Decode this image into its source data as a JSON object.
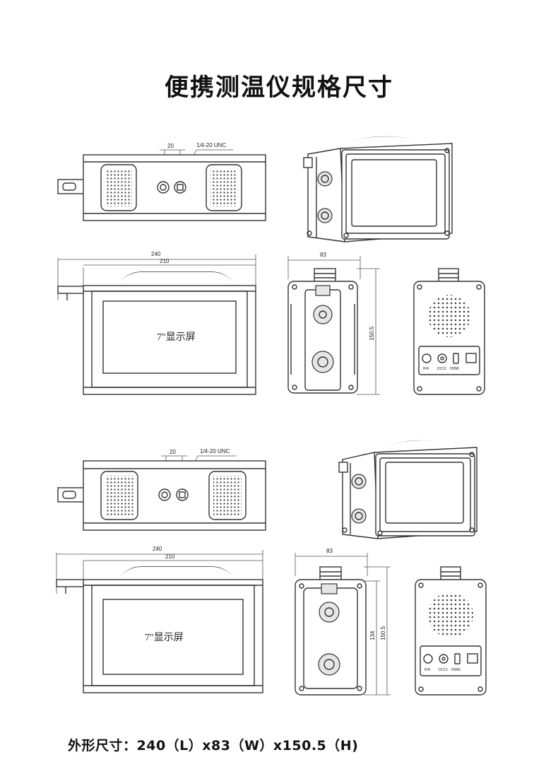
{
  "title": "便携测温仪规格尺寸",
  "footer": "外形尺寸：240（L）x83（W）x150.5（H)",
  "dimensions": {
    "mount_spacing": "20",
    "thread": "1/4-20 UNC",
    "total_length": "240",
    "body_length": "210",
    "width": "83",
    "height": "150.5",
    "inner_height": "134"
  },
  "screen_label": "7\"显示屏",
  "ports": {
    "ifr": "IFR",
    "dc": "DC12",
    "hdmi": "HDMI"
  }
}
